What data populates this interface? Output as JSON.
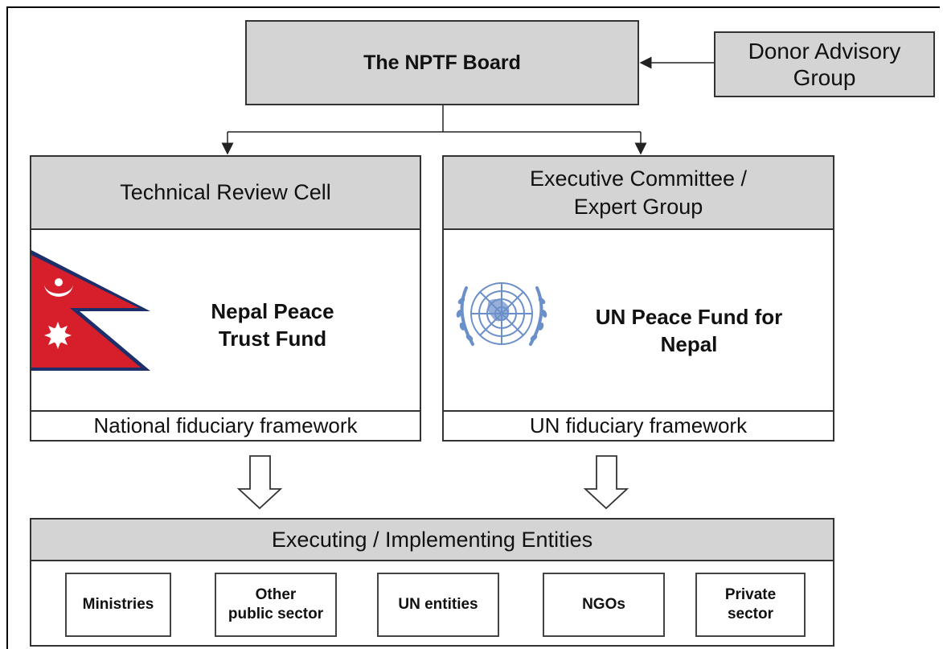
{
  "board": {
    "title": "The NPTF Board"
  },
  "donor": {
    "line1": "Donor Advisory",
    "line2": "Group"
  },
  "left_panel": {
    "header": "Technical Review Cell",
    "fund_line1": "Nepal Peace",
    "fund_line2": "Trust Fund",
    "footer": "National fiduciary framework",
    "icon": "nepal-flag"
  },
  "right_panel": {
    "header_line1": "Executive Committee /",
    "header_line2": "Expert Group",
    "fund_line1": "UN Peace Fund for",
    "fund_line2": "Nepal",
    "footer": "UN fiduciary framework",
    "icon": "un-emblem"
  },
  "executing": {
    "header": "Executing / Implementing Entities",
    "entities": [
      {
        "line1": "Ministries",
        "line2": ""
      },
      {
        "line1": "Other",
        "line2": "public sector"
      },
      {
        "line1": "UN entities",
        "line2": ""
      },
      {
        "line1": "NGOs",
        "line2": ""
      },
      {
        "line1": "Private",
        "line2": "sector"
      }
    ]
  },
  "colors": {
    "box_fill_gray": "#d4d4d4",
    "flag_red": "#d71f2b",
    "flag_blue": "#1c2f6b",
    "un_blue": "#6b8fc9"
  }
}
